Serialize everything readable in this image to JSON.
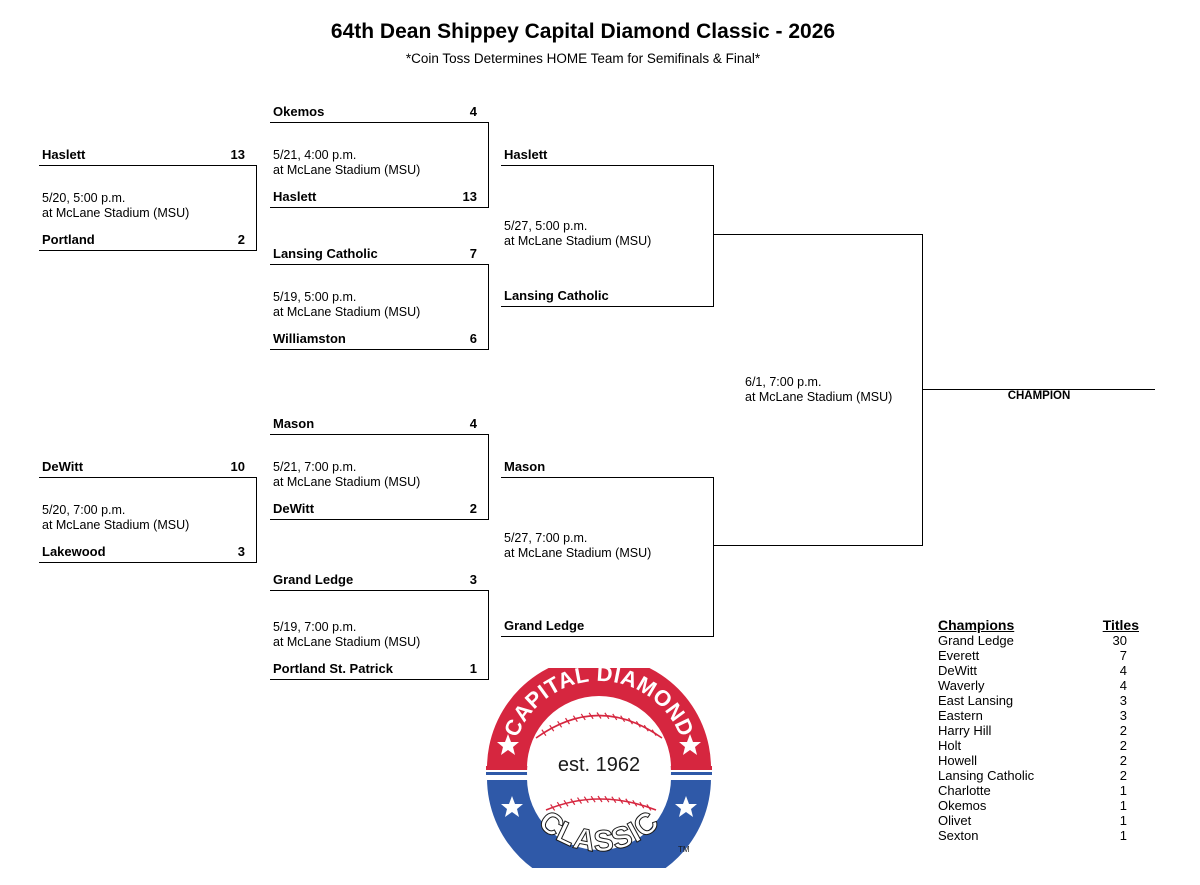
{
  "header": {
    "title": "64th Dean Shippey Capital Diamond Classic - 2026",
    "subtitle": "*Coin Toss Determines HOME Team for Semifinals & Final*"
  },
  "round1": {
    "top": {
      "team1": {
        "name": "Haslett",
        "score": "13"
      },
      "team2": {
        "name": "Portland",
        "score": "2"
      },
      "date": "5/20, 5:00 p.m.",
      "venue": "at McLane Stadium (MSU)"
    },
    "bottom": {
      "team1": {
        "name": "DeWitt",
        "score": "10"
      },
      "team2": {
        "name": "Lakewood",
        "score": "3"
      },
      "date": "5/20, 7:00 p.m.",
      "venue": "at McLane Stadium (MSU)"
    }
  },
  "round2": [
    {
      "team1": {
        "name": "Okemos",
        "score": "4"
      },
      "team2": {
        "name": "Haslett",
        "score": "13"
      },
      "date": "5/21, 4:00 p.m.",
      "venue": "at McLane Stadium (MSU)"
    },
    {
      "team1": {
        "name": "Lansing Catholic",
        "score": "7"
      },
      "team2": {
        "name": "Williamston",
        "score": "6"
      },
      "date": "5/19, 5:00 p.m.",
      "venue": "at McLane Stadium (MSU)"
    },
    {
      "team1": {
        "name": "Mason",
        "score": "4"
      },
      "team2": {
        "name": "DeWitt",
        "score": "2"
      },
      "date": "5/21, 7:00 p.m.",
      "venue": "at McLane Stadium (MSU)"
    },
    {
      "team1": {
        "name": "Grand Ledge",
        "score": "3"
      },
      "team2": {
        "name": "Portland St. Patrick",
        "score": "1"
      },
      "date": "5/19, 7:00 p.m.",
      "venue": "at McLane Stadium (MSU)"
    }
  ],
  "semis": [
    {
      "team1": {
        "name": "Haslett"
      },
      "team2": {
        "name": "Lansing Catholic"
      },
      "date": "5/27, 5:00 p.m.",
      "venue": "at McLane Stadium (MSU)"
    },
    {
      "team1": {
        "name": "Mason"
      },
      "team2": {
        "name": "Grand Ledge"
      },
      "date": "5/27, 7:00 p.m.",
      "venue": "at McLane Stadium (MSU)"
    }
  ],
  "final": {
    "date": "6/1, 7:00 p.m.",
    "venue": "at McLane Stadium (MSU)",
    "champion_label": "CHAMPION"
  },
  "champions": {
    "header_name": "Champions",
    "header_titles": "Titles",
    "rows": [
      {
        "name": "Grand Ledge",
        "titles": "30"
      },
      {
        "name": "Everett",
        "titles": "7"
      },
      {
        "name": "DeWitt",
        "titles": "4"
      },
      {
        "name": "Waverly",
        "titles": "4"
      },
      {
        "name": "East Lansing",
        "titles": "3"
      },
      {
        "name": "Eastern",
        "titles": "3"
      },
      {
        "name": "Harry Hill",
        "titles": "2"
      },
      {
        "name": "Holt",
        "titles": "2"
      },
      {
        "name": "Howell",
        "titles": "2"
      },
      {
        "name": "Lansing Catholic",
        "titles": "2"
      },
      {
        "name": "Charlotte",
        "titles": "1"
      },
      {
        "name": "Okemos",
        "titles": "1"
      },
      {
        "name": "Olivet",
        "titles": "1"
      },
      {
        "name": "Sexton",
        "titles": "1"
      }
    ]
  },
  "logo": {
    "top_text": "CAPITAL DIAMOND",
    "middle_text": "est. 1962",
    "bottom_text": "CLASSIC",
    "tm": "TM",
    "colors": {
      "red": "#d6263f",
      "blue": "#2f59a8"
    }
  }
}
